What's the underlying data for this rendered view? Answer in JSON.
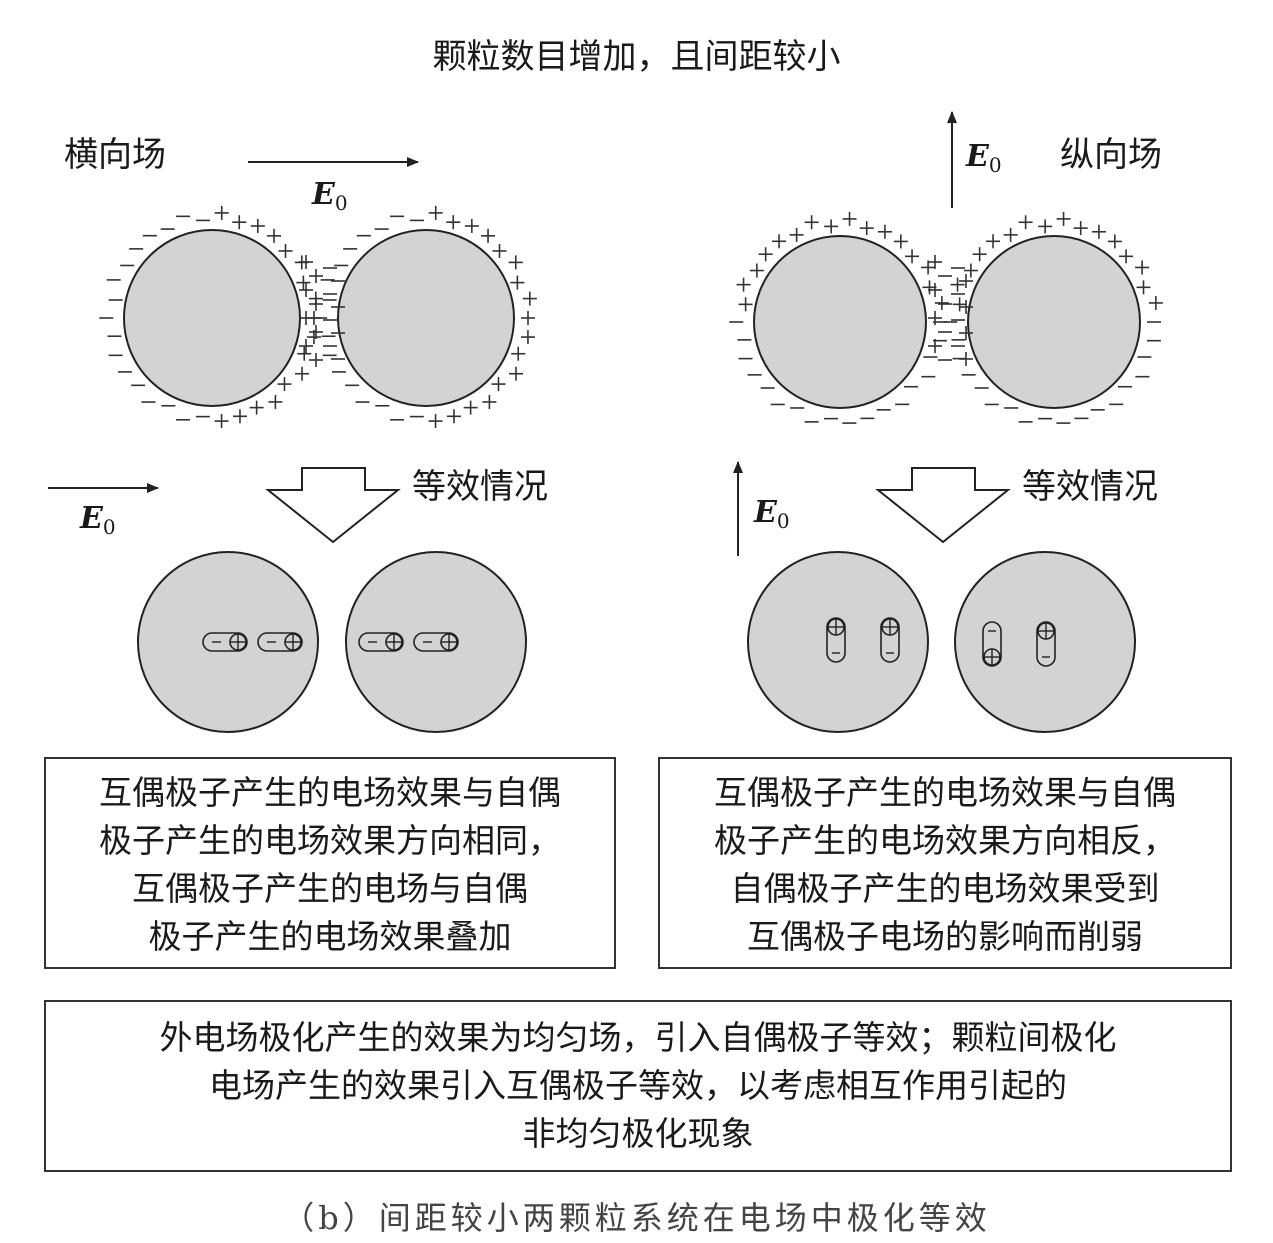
{
  "title": "颗粒数目增加，且间距较小",
  "left": {
    "field_label": "横向场",
    "equiv_label": "等效情况",
    "top_e0": {
      "base": "E",
      "sub": "0"
    },
    "bottom_e0": {
      "base": "E",
      "sub": "0"
    },
    "description": [
      "互偶极子产生的电场效果与自偶",
      "极子产生的电场效果方向相同，",
      "互偶极子产生的电场与自偶",
      "极子产生的电场效果叠加"
    ]
  },
  "right": {
    "field_label": "纵向场",
    "equiv_label": "等效情况",
    "top_e0": {
      "base": "E",
      "sub": "0"
    },
    "bottom_e0": {
      "base": "E",
      "sub": "0"
    },
    "description": [
      "互偶极子产生的电场效果与自偶",
      "极子产生的电场效果方向相反，",
      "自偶极子产生的电场效果受到",
      "互偶极子电场的影响而削弱"
    ]
  },
  "summary": [
    "外电场极化产生的效果为均匀场，引入自偶极子等效；颗粒间极化",
    "电场产生的效果引入互偶极子等效，以考虑相互作用引起的",
    "非均匀极化现象"
  ],
  "caption": "（b）间距较小两颗粒系统在电场中极化等效",
  "colors": {
    "particle_fill": "#d3d3d3",
    "stroke": "#222222",
    "text": "#1a1a1a"
  }
}
